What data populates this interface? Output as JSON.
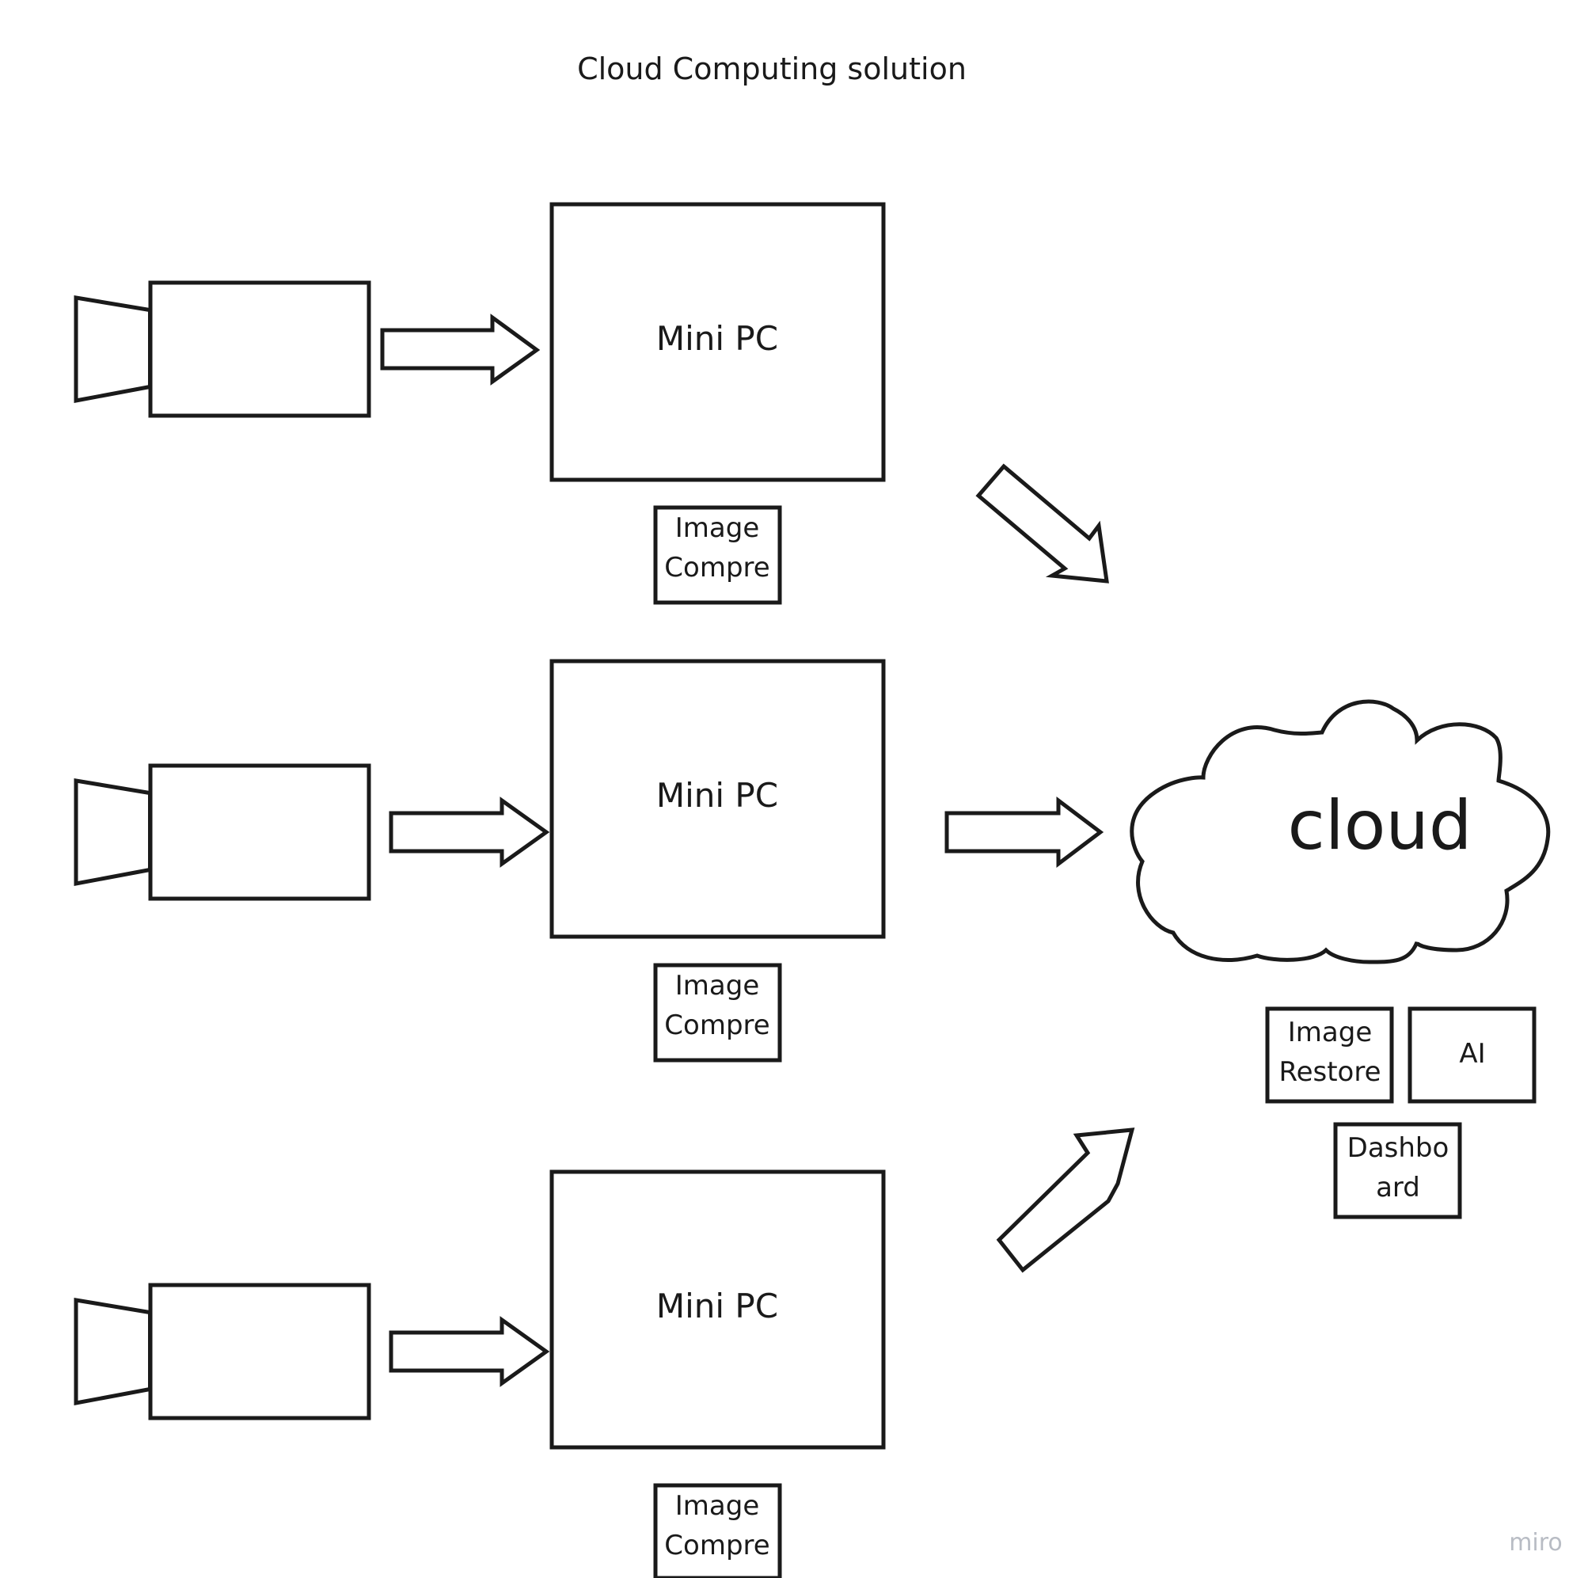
{
  "title": "Cloud Computing solution",
  "rows": [
    {
      "node_label": "Mini PC",
      "module_label": [
        "Image",
        "Compre"
      ]
    },
    {
      "node_label": "Mini PC",
      "module_label": [
        "Image",
        "Compre"
      ]
    },
    {
      "node_label": "Mini PC",
      "module_label": [
        "Image",
        "Compre"
      ]
    }
  ],
  "cloud": {
    "label": "cloud",
    "modules": {
      "image_restore": [
        "Image",
        "Restore"
      ],
      "ai": "AI",
      "dashboard": [
        "Dashbo",
        "ard"
      ]
    }
  },
  "watermark": "miro",
  "colors": {
    "stroke": "#1a1a1a",
    "background": "#ffffff",
    "watermark": "#b8bcc4"
  }
}
